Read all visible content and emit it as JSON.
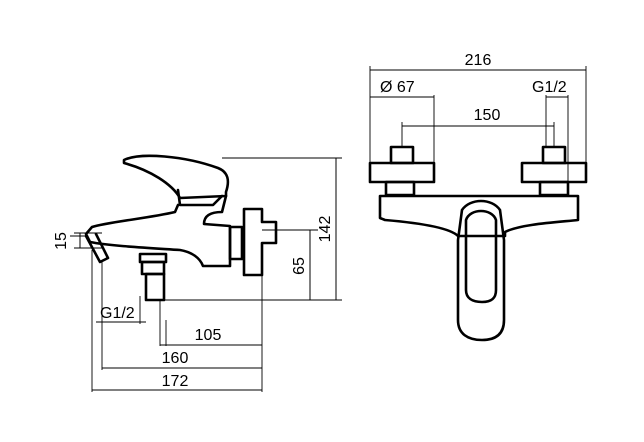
{
  "dimensions": {
    "overall_width": "216",
    "diameter": "Ø 67",
    "thread_right": "G1/2",
    "center_distance": "150",
    "height_total": "142",
    "height_outlet": "65",
    "spout_thickness": "15",
    "thread_bottom": "G1/2",
    "depth_inlet": "105",
    "depth_spout": "160",
    "depth_total": "172"
  }
}
